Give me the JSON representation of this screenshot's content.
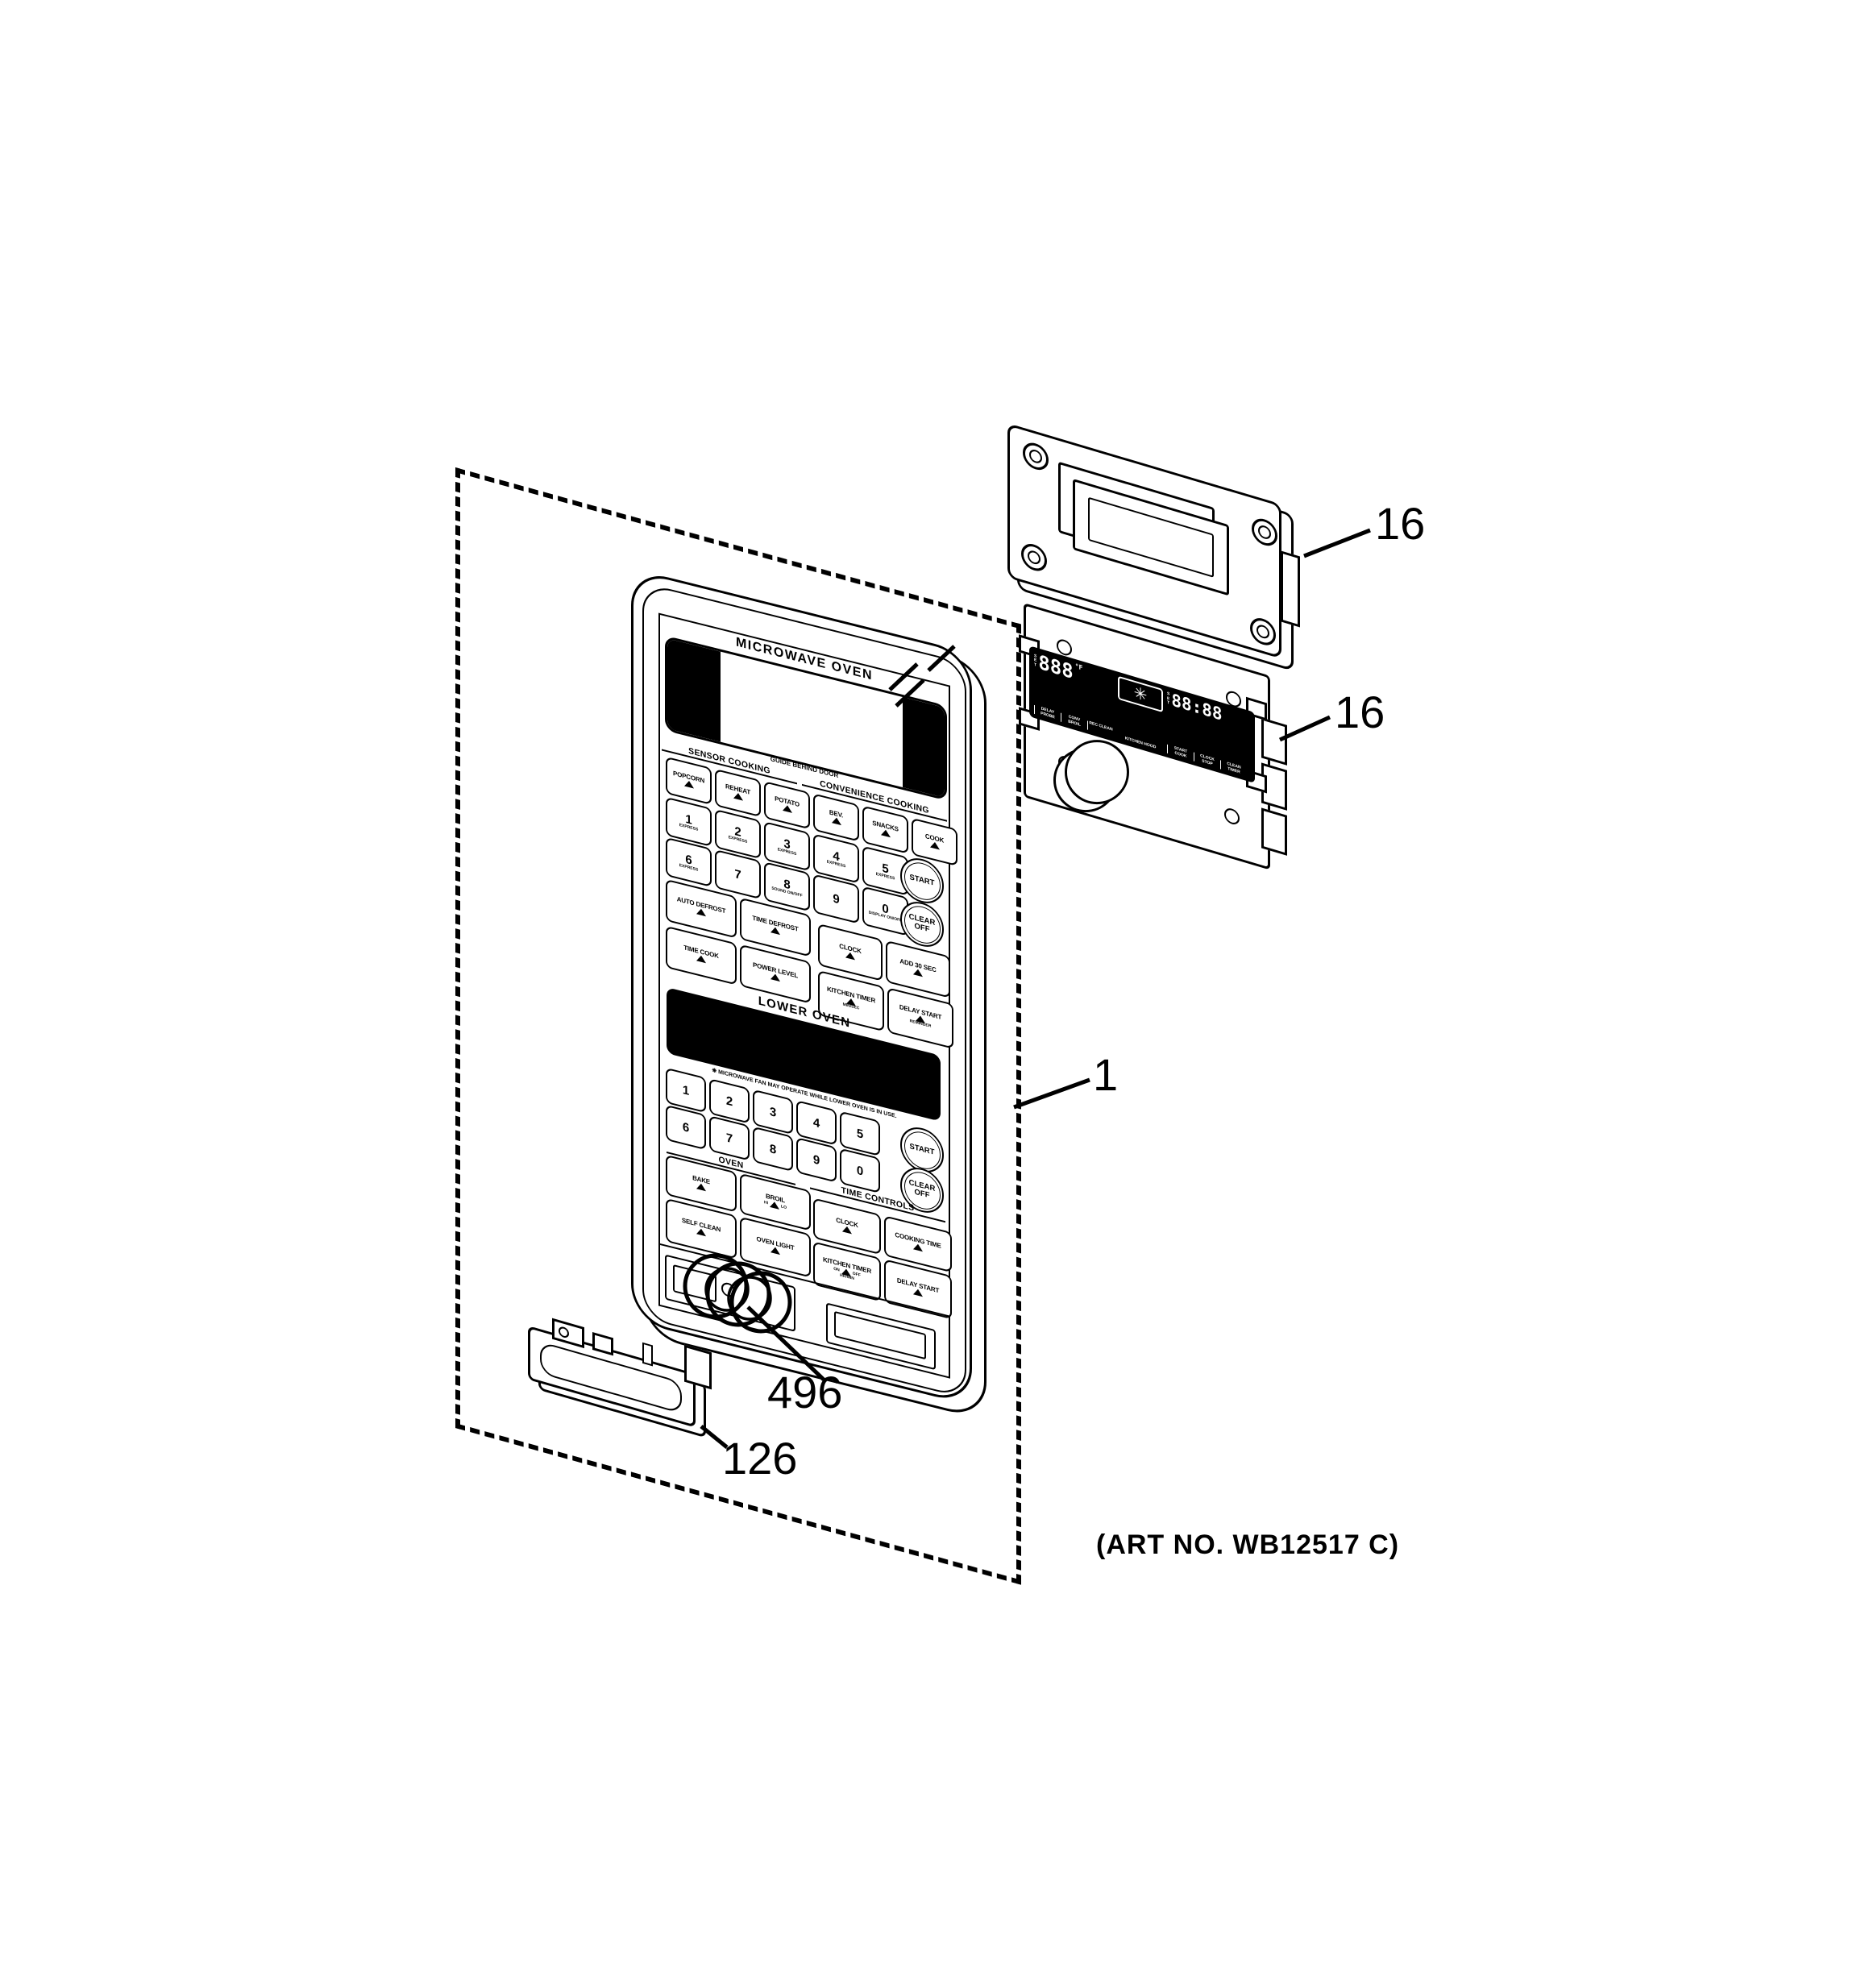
{
  "figure": {
    "art_no": "(ART NO. WB12517 C)"
  },
  "callouts": {
    "panel": "1",
    "display_housing": "16",
    "display_board": "16",
    "spring": "496",
    "bracket": "126"
  },
  "panel": {
    "microwave": {
      "title": "MICROWAVE OVEN",
      "door_note": "GUIDE BEHIND DOOR",
      "sensor_heading": "SENSOR COOKING",
      "convenience_heading": "CONVENIENCE COOKING",
      "sensor_row": [
        {
          "label": "POPCORN"
        },
        {
          "label": "REHEAT"
        },
        {
          "label": "POTATO"
        },
        {
          "label": "BEV."
        },
        {
          "label": "SNACKS"
        },
        {
          "label": "COOK"
        }
      ],
      "num_row1": [
        {
          "n": "1",
          "sub": "EXPRESS"
        },
        {
          "n": "2",
          "sub": "EXPRESS"
        },
        {
          "n": "3",
          "sub": "EXPRESS"
        },
        {
          "n": "4",
          "sub": "EXPRESS"
        },
        {
          "n": "5",
          "sub": "EXPRESS"
        }
      ],
      "num_row2": [
        {
          "n": "6",
          "sub": "EXPRESS"
        },
        {
          "n": "7"
        },
        {
          "n": "8",
          "sub": "SOUND ON/OFF"
        },
        {
          "n": "9"
        },
        {
          "n": "0",
          "sub": "DISPLAY ON/OFF"
        }
      ],
      "start_label": "START",
      "clear_label": "CLEAR OFF",
      "func_row1_left": [
        {
          "label": "AUTO DEFROST"
        },
        {
          "label": "TIME DEFROST"
        }
      ],
      "func_row1_right": [
        {
          "label": "CLOCK"
        },
        {
          "label": "ADD 30 SEC"
        }
      ],
      "func_row2_left": [
        {
          "label": "TIME COOK"
        },
        {
          "label": "POWER LEVEL"
        }
      ],
      "func_row2_right": [
        {
          "label": "KITCHEN TIMER",
          "sub": "MIN/SEC"
        },
        {
          "label": "DELAY START",
          "sub": "REMINDER"
        }
      ]
    },
    "lower_oven": {
      "title": "LOWER OVEN",
      "fan_note": "❋ MICROWAVE FAN MAY OPERATE WHILE LOWER OVEN IS IN USE.",
      "num_row1": [
        {
          "n": "1"
        },
        {
          "n": "2"
        },
        {
          "n": "3"
        },
        {
          "n": "4"
        },
        {
          "n": "5"
        }
      ],
      "num_row2": [
        {
          "n": "6"
        },
        {
          "n": "7"
        },
        {
          "n": "8"
        },
        {
          "n": "9"
        },
        {
          "n": "0"
        }
      ],
      "start_label": "START",
      "clear_label": "CLEAR OFF",
      "oven_heading": "OVEN",
      "time_heading": "TIME CONTROLS",
      "oven_row1": [
        {
          "label": "BAKE"
        },
        {
          "label": "BROIL",
          "hi": "HI",
          "lo": "LO"
        }
      ],
      "time_row1": [
        {
          "label": "CLOCK"
        },
        {
          "label": "COOKING TIME"
        }
      ],
      "oven_row2": [
        {
          "label": "SELF CLEAN"
        },
        {
          "label": "OVEN LIGHT"
        }
      ],
      "time_row2": [
        {
          "label": "KITCHEN TIMER",
          "hi": "ON",
          "lo": "OFF",
          "sub": "HR/MIN"
        },
        {
          "label": "DELAY START"
        }
      ]
    }
  },
  "lcd": {
    "set_left": "S\nE\nT",
    "digits_left": "888",
    "degree": "°F",
    "left_labels": [
      "DELAY PROBE",
      "CONV BROIL",
      "REC CLEAN"
    ],
    "fan_icon": "✳",
    "fan_label": "KITCHEN HOOD",
    "set_right": "S\nE\nT",
    "digits_right": "88:88",
    "right_labels": [
      "START COOK",
      "CLOCK STOP",
      "CLEAN TIMER"
    ]
  }
}
